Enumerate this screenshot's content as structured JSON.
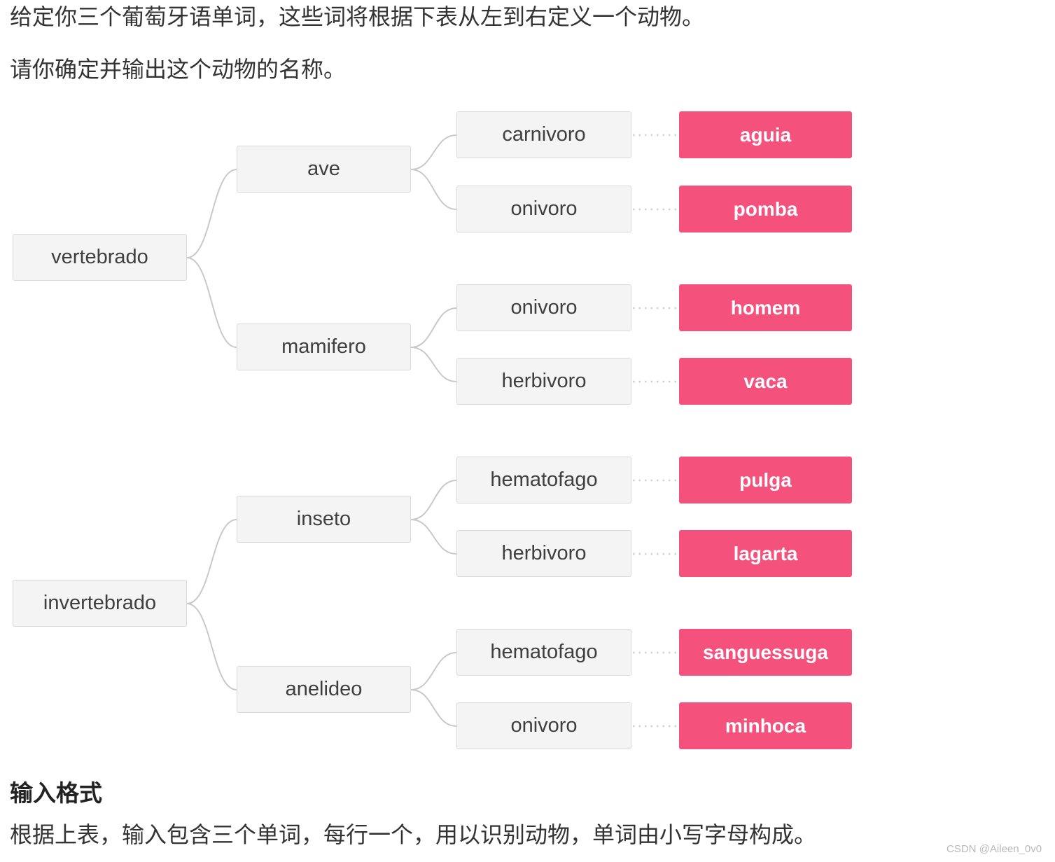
{
  "statement": {
    "line1": "给定你三个葡萄牙语单词，这些词将根据下表从左到右定义一个动物。",
    "line2": "请你确定并输出这个动物的名称。"
  },
  "tree": {
    "roots": [
      {
        "label": "vertebrado",
        "children": [
          {
            "label": "ave",
            "children": [
              {
                "label": "carnivoro",
                "animal": "aguia"
              },
              {
                "label": "onivoro",
                "animal": "pomba"
              }
            ]
          },
          {
            "label": "mamifero",
            "children": [
              {
                "label": "onivoro",
                "animal": "homem"
              },
              {
                "label": "herbivoro",
                "animal": "vaca"
              }
            ]
          }
        ]
      },
      {
        "label": "invertebrado",
        "children": [
          {
            "label": "inseto",
            "children": [
              {
                "label": "hematofago",
                "animal": "pulga"
              },
              {
                "label": "herbivoro",
                "animal": "lagarta"
              }
            ]
          },
          {
            "label": "anelideo",
            "children": [
              {
                "label": "hematofago",
                "animal": "sanguessuga"
              },
              {
                "label": "onivoro",
                "animal": "minhoca"
              }
            ]
          }
        ]
      }
    ]
  },
  "sections": {
    "input_format": {
      "heading": "输入格式",
      "description": "根据上表，输入包含三个单词，每行一个，用以识别动物，单词由小写字母构成。"
    }
  },
  "watermark": {
    "text": "CSDN @Aileen_0v0"
  },
  "colors": {
    "node_bg": "#f4f4f4",
    "node_border": "#d9d9d9",
    "node_text": "#3f3f3f",
    "leaf_bg": "#f4517c",
    "leaf_text": "#ffffff",
    "connector": "#c9c9c9",
    "text": "#333333",
    "watermark": "#b9b9b9"
  }
}
